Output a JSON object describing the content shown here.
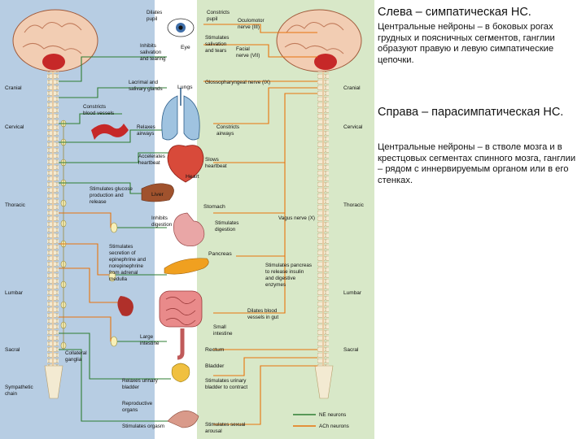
{
  "diagram": {
    "left_panel_color": "#b7cde3",
    "center_panel_color": "#ffffff",
    "right_panel_color": "#d8e8c8",
    "ne_color": "#2e7d32",
    "ach_color": "#e8740c",
    "levels_left": {
      "cranial": "Cranial",
      "cervical": "Cervical",
      "thoracic": "Thoracic",
      "lumbar": "Lumbar",
      "sacral": "Sacral"
    },
    "levels_right": {
      "cranial": "Cranial",
      "cervical": "Cervical",
      "thoracic": "Thoracic",
      "lumbar": "Lumbar",
      "sacral": "Sacral"
    },
    "left_chain": {
      "sympathetic_chain": "Sympathetic chain",
      "collateral": "Collateral ganglia"
    },
    "organs": {
      "eye": "Eye",
      "lacrimal": "Lacrimal and salivary glands",
      "lungs": "Lungs",
      "heart": "Heart",
      "liver": "Liver",
      "stomach": "Stomach",
      "pancreas": "Pancreas",
      "large_intestine": "Large intestine",
      "small_intestine": "Small intestine",
      "rectum": "Rectum",
      "bladder": "Bladder",
      "reproductive": "Reproductive organs"
    },
    "symp": {
      "dilate_pupil": "Dilates pupil",
      "inhibit_saliva": "Inhibits salivation and tearing",
      "constrict_vessels": "Constricts blood vessels",
      "relax_airways": "Relaxes airways",
      "accelerate_heart": "Accelerates heartbeat",
      "glucose": "Stimulates glucose production and release",
      "inhibit_digestion": "Inhibits digestion",
      "adrenal": "Stimulates secretion of epinephrine and norepinephrine from adrenal medulla",
      "relax_bladder": "Relaxes urinary bladder",
      "orgasm": "Stimulates orgasm"
    },
    "para": {
      "constrict_pupil": "Constricts pupil",
      "oculomotor": "Oculomotor nerve (III)",
      "stim_saliva": "Stimulates salivation and tears",
      "facial": "Facial nerve (VII)",
      "glosso": "Glossopharyngeal nerve (IX)",
      "constrict_airways": "Constricts airways",
      "slow_heart": "Slows heartbeat",
      "vagus": "Vagus nerve (X)",
      "stim_digestion": "Stimulates digestion",
      "stim_pancreas": "Stimulates pancreas to release insulin and digestive enzymes",
      "dilate_vessels": "Dilates blood vessels in gut",
      "contract_bladder": "Stimulates urinary bladder to contract",
      "sexual_arousal": "Stimulates sexual arousal"
    },
    "legend": {
      "ne": "NE neurons",
      "ach": "ACh neurons"
    }
  },
  "text_panel": {
    "left_title": "Слева – симпатическая НС.",
    "left_body": "Центральные нейроны – в боковых рогах грудных и поясничных сегментов, ганглии образуют правую и левую симпатические цепочки.",
    "right_title": "Справа – парасимпатическая НС.",
    "right_body": "Центральные нейроны – в стволе мозга и в крестцовых сегментах спинного мозга, ганглии – рядом с иннервируемым органом или в его стенках."
  }
}
